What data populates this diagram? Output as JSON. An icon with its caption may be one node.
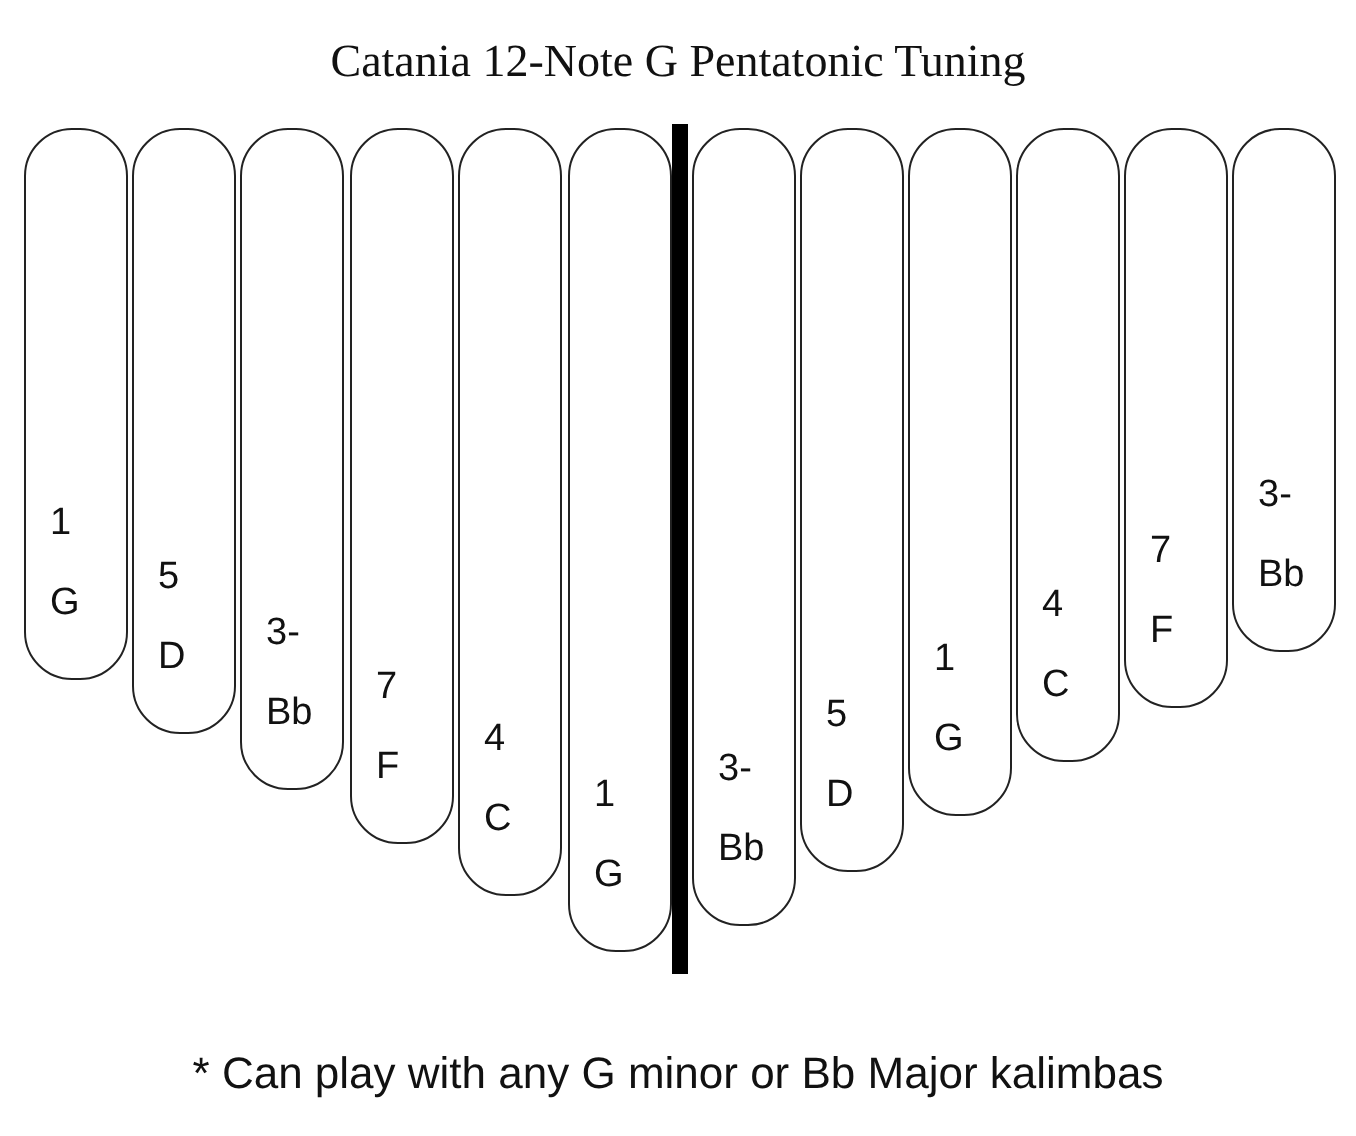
{
  "diagram": {
    "title": "Catania 12-Note G Pentatonic Tuning",
    "nodes": [
      {
        "text": [
          "1",
          "G"
        ]
      },
      {
        "text": [
          "5",
          "D"
        ]
      },
      {
        "text": [
          "3-",
          "Bb"
        ]
      },
      {
        "text": [
          "7",
          "F"
        ]
      },
      {
        "text": [
          "4",
          "C"
        ]
      },
      {
        "text": [
          "1",
          "G"
        ]
      },
      {
        "text": [
          "3-",
          "Bb"
        ]
      },
      {
        "text": [
          "5",
          "D"
        ]
      },
      {
        "text": [
          "1",
          "G"
        ]
      },
      {
        "text": [
          "4",
          "C"
        ]
      },
      {
        "text": [
          "7",
          "F"
        ]
      },
      {
        "text": [
          "3-",
          "Bb"
        ]
      }
    ],
    "labels": [
      "* Can play with any G minor or Bb Major kalimbas"
    ]
  }
}
